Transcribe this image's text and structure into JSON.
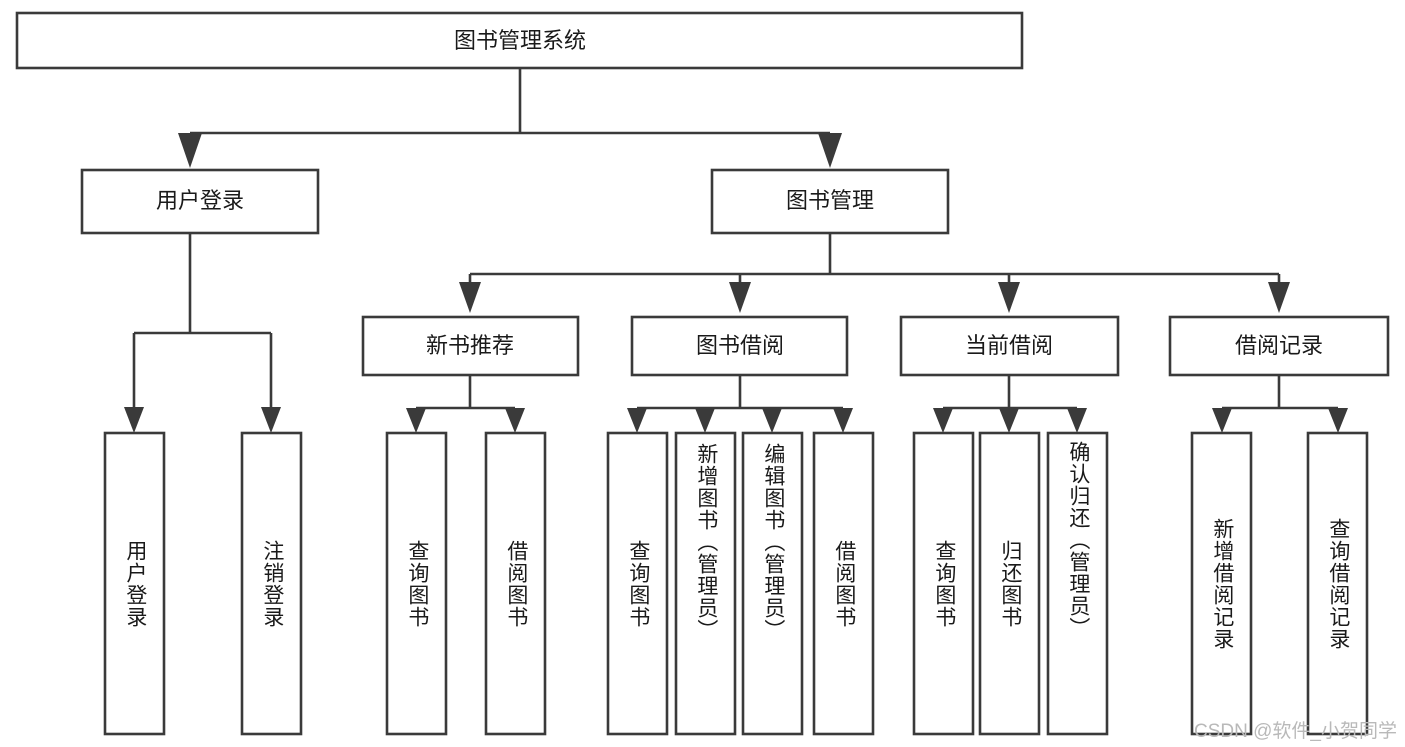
{
  "diagram": {
    "title": "图书管理系统",
    "type": "tree",
    "colors": {
      "stroke": "#3a3a3a",
      "fill": "#ffffff",
      "text": "#1a1a1a",
      "watermark": "#b9b9b9",
      "background": "#ffffff"
    },
    "root": {
      "label": "图书管理系统"
    },
    "level2": [
      {
        "label": "用户登录"
      },
      {
        "label": "图书管理"
      }
    ],
    "level3": [
      {
        "label": "新书推荐"
      },
      {
        "label": "图书借阅"
      },
      {
        "label": "当前借阅"
      },
      {
        "label": "借阅记录"
      }
    ],
    "leaves": {
      "user_login": [
        {
          "label": "用户登录"
        },
        {
          "label": "注销登录"
        }
      ],
      "new_book": [
        {
          "label": "查询图书"
        },
        {
          "label": "借阅图书"
        }
      ],
      "book_borrow": [
        {
          "label": "查询图书"
        },
        {
          "label": "新增图书（管理员）"
        },
        {
          "label": "编辑图书（管理员）"
        },
        {
          "label": "借阅图书"
        }
      ],
      "current_borrow": [
        {
          "label": "查询图书"
        },
        {
          "label": "归还图书"
        },
        {
          "label": "确认归还（管理员）"
        }
      ],
      "borrow_record": [
        {
          "label": "新增借阅记录"
        },
        {
          "label": "查询借阅记录"
        }
      ]
    },
    "watermark": "CSDN @软件_小贺同学"
  }
}
